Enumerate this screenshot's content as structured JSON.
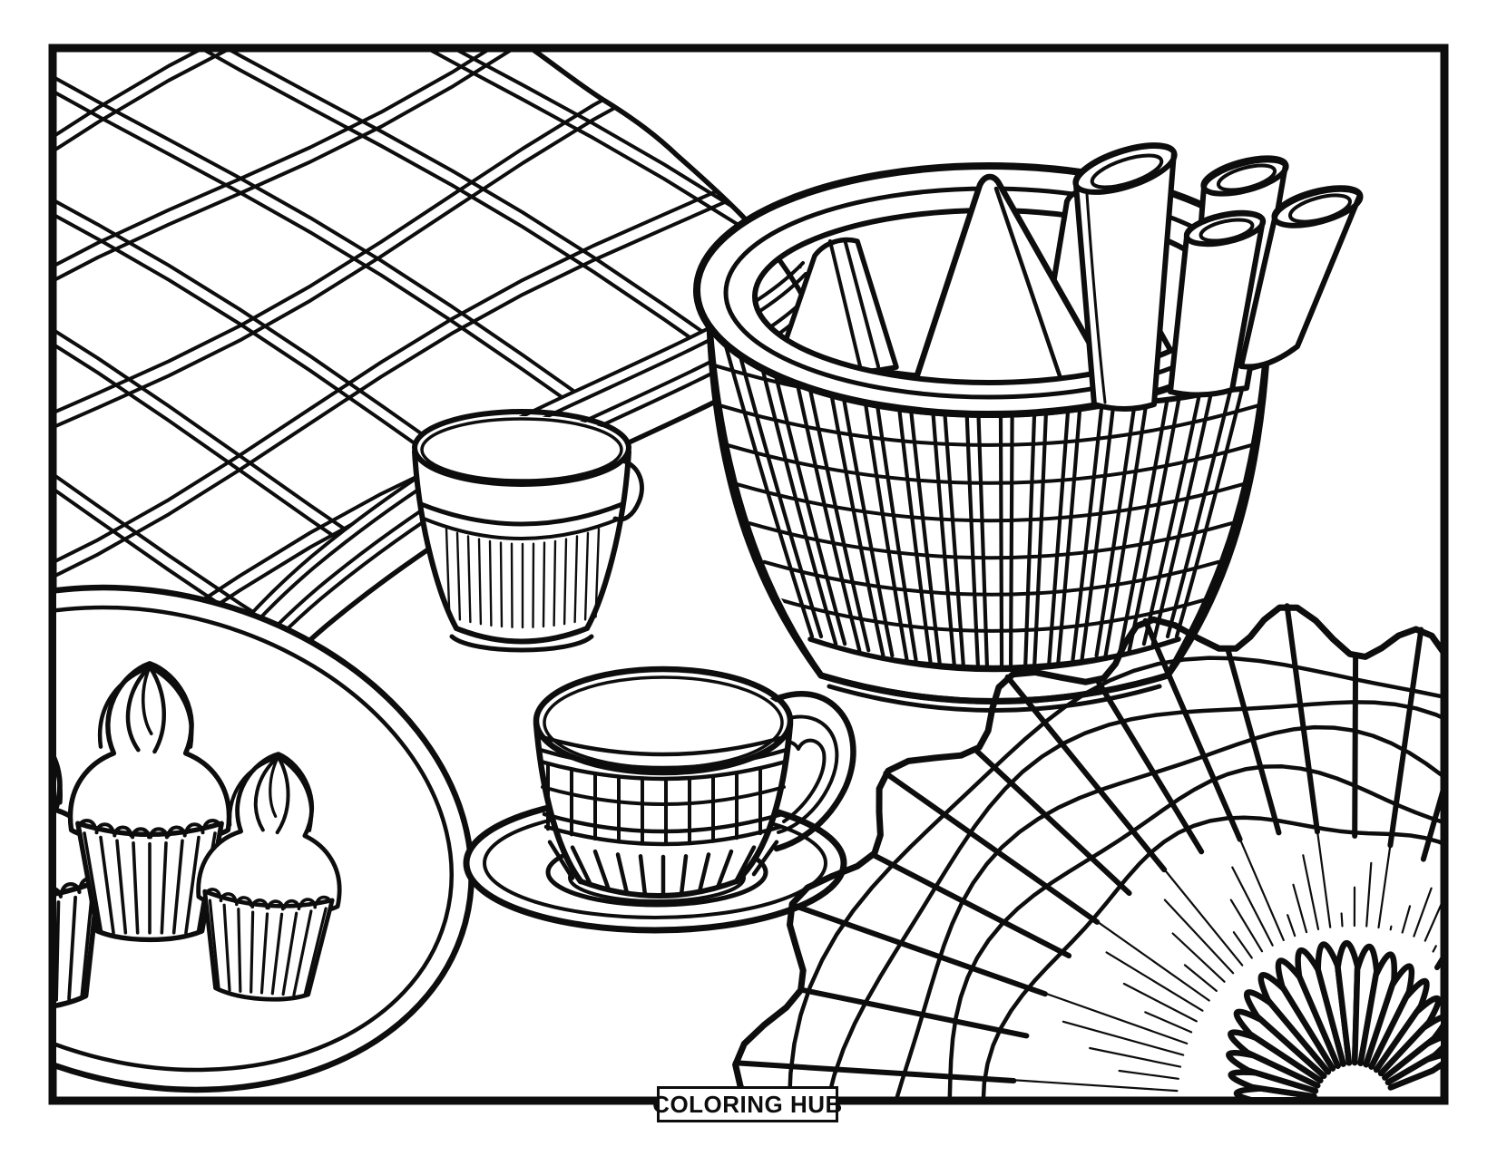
{
  "page": {
    "paper_color": "#ffffff",
    "ink_color": "#0d0d0d"
  },
  "branding": {
    "label": "COLORING HUB"
  },
  "scene": {
    "items": [
      "picnic-blanket",
      "picnic-basket-with-napkins",
      "drinking-glass",
      "tray-of-cupcakes",
      "teacup-on-saucer",
      "folding-fan"
    ]
  }
}
